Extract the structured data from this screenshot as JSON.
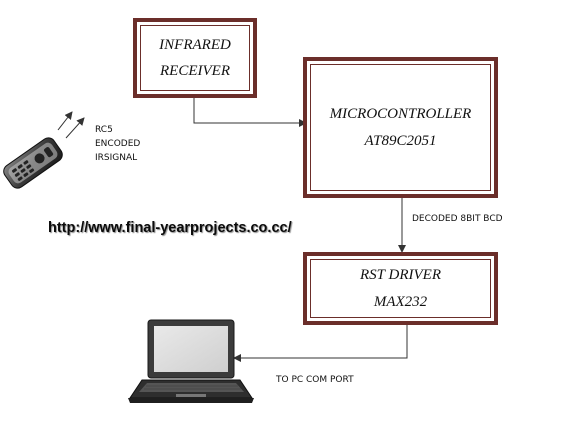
{
  "blocks": {
    "ir_receiver": {
      "line1": "INFRARED",
      "line2": "RECEIVER"
    },
    "microcontroller": {
      "line1": "MICROCONTROLLER",
      "line2": "AT89C2051"
    },
    "rs232_driver": {
      "line1": "RST DRIVER",
      "line2": "MAX232"
    }
  },
  "labels": {
    "rc5": [
      "RC5",
      "ENCODED",
      "IRSIGNAL"
    ],
    "decoded": "DECODED 8BIT BCD",
    "to_pc": "TO PC COM PORT",
    "url": "http://www.final-yearprojects.co.cc/"
  },
  "icons": {
    "remote": "remote-control-icon",
    "laptop": "laptop-icon"
  },
  "colors": {
    "block_border": "#6b2e2a",
    "line": "#333333"
  }
}
